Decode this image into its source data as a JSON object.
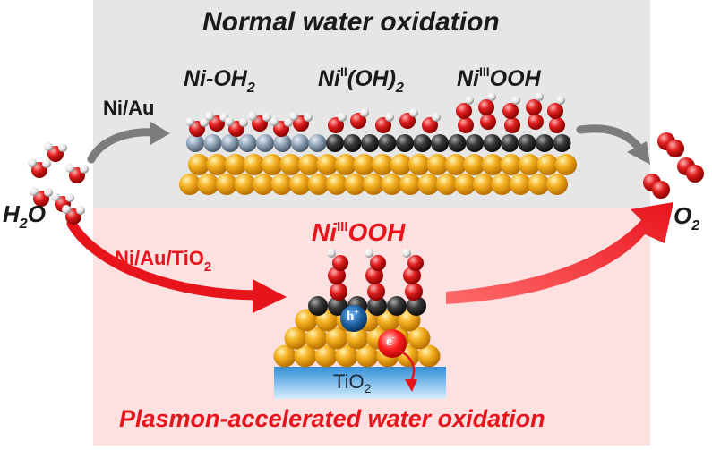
{
  "top_panel": {
    "title": "Normal water oxidation",
    "species_1": "Ni-OH",
    "species_1_sub": "2",
    "species_2_pre": "Ni",
    "species_2_sup": "II",
    "species_2_post": "(OH)",
    "species_2_sub": "2",
    "species_3_pre": "Ni",
    "species_3_sup": "III",
    "species_3_post": "OOH",
    "catalyst": "Ni/Au"
  },
  "bottom_panel": {
    "species_pre": "Ni",
    "species_sup": "III",
    "species_post": "OOH",
    "catalyst_pre": "Ni/Au/TiO",
    "catalyst_sub": "2",
    "hole": "h",
    "hole_sup": "+",
    "electron": "e",
    "electron_sup": "-",
    "substrate_pre": "TiO",
    "substrate_sub": "2",
    "title": "Plasmon-accelerated water oxidation"
  },
  "reactant": {
    "pre": "H",
    "sub": "2",
    "post": "O"
  },
  "product": {
    "pre": "O",
    "sub": "2"
  },
  "colors": {
    "top_bg": "#e6e6e6",
    "bottom_bg": "#fde0e0",
    "accent_red": "#e8141c",
    "gold": "#f0a818",
    "nickel_gray": "#8fa3b8",
    "nickel_dark": "#3a3a3a",
    "oxygen": "#e02020",
    "hydrogen": "#f0f0f0",
    "tio2_top": "#2f8fd8",
    "tio2_bottom": "#cfe8fa"
  }
}
